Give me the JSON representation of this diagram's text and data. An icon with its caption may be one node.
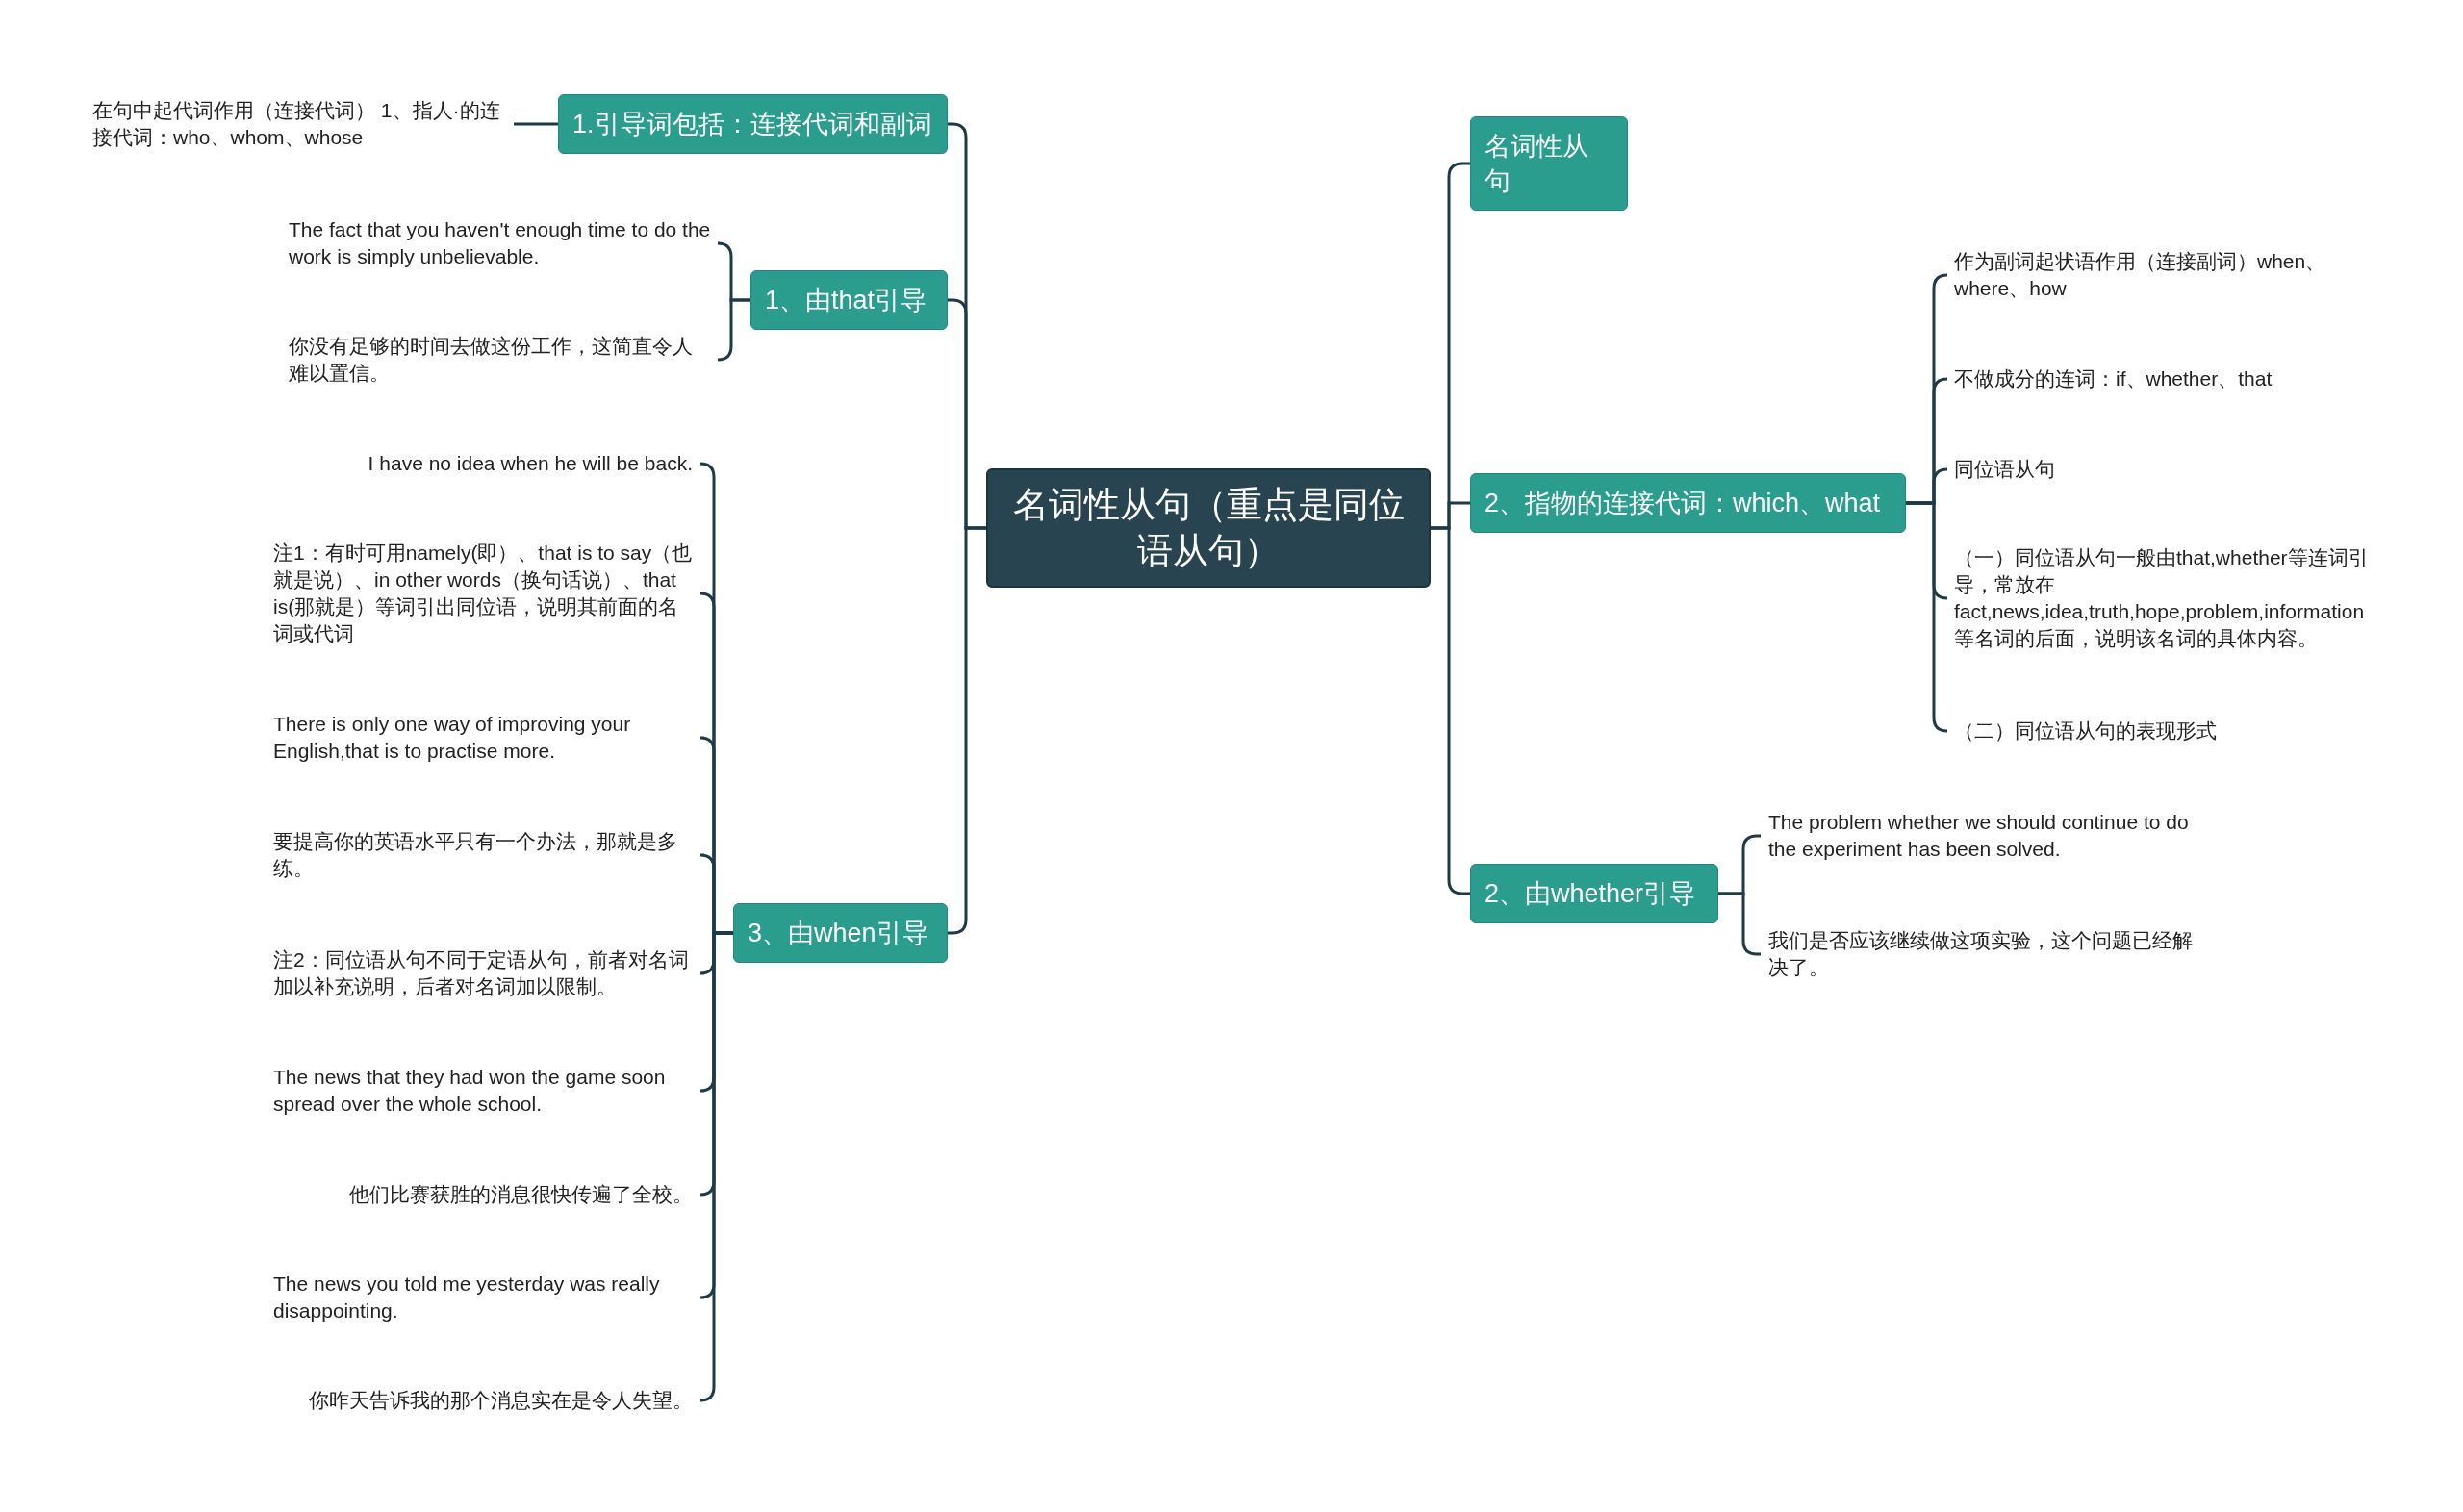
{
  "diagram": {
    "nodes": [
      {
        "text": [
          "名词性从句（重点是同位语从句）"
        ]
      },
      {
        "text": [
          "1.引导词包括：连接代词和副词"
        ]
      },
      {
        "text": [
          "在句中起代词作用（连接代词） 1、指人·的连接代词：who、whom、whose"
        ]
      },
      {
        "text": [
          "1、由that引导"
        ]
      },
      {
        "text": [
          "The fact that you haven't enough time to do the work is simply unbelievable."
        ]
      },
      {
        "text": [
          "你没有足够的时间去做这份工作，这简直令人难以置信。"
        ]
      },
      {
        "text": [
          "3、由when引导"
        ]
      },
      {
        "text": [
          "I have no idea when he will be back."
        ]
      },
      {
        "text": [
          "注1：有时可用namely(即）、that is to say（也就是说）、in other words（换句话说）、that is(那就是）等词引出同位语，说明其前面的名词或代词"
        ]
      },
      {
        "text": [
          "There is only one way of improving your English,that is to practise more."
        ]
      },
      {
        "text": [
          "要提高你的英语水平只有一个办法，那就是多练。"
        ]
      },
      {
        "text": [
          "注2：同位语从句不同于定语从句，前者对名词加以补充说明，后者对名词加以限制。"
        ]
      },
      {
        "text": [
          "The news that they had won the game soon spread over the whole school."
        ]
      },
      {
        "text": [
          "他们比赛获胜的消息很快传遍了全校。"
        ]
      },
      {
        "text": [
          "The news you told me yesterday was really disappointing."
        ]
      },
      {
        "text": [
          "你昨天告诉我的那个消息实在是令人失望。"
        ]
      },
      {
        "text": [
          "名词性从句"
        ]
      },
      {
        "text": [
          "2、指物的连接代词：which、what"
        ]
      },
      {
        "text": [
          "作为副词起状语作用（连接副词）when、where、how"
        ]
      },
      {
        "text": [
          "不做成分的连词：if、whether、that"
        ]
      },
      {
        "text": [
          "同位语从句"
        ]
      },
      {
        "text": [
          "（一）同位语从句一般由that,whether等连词引导，常放在fact,news,idea,truth,hope,problem,information等名词的后面，说明该名词的具体内容。"
        ]
      },
      {
        "text": [
          "（二）同位语从句的表现形式"
        ]
      },
      {
        "text": [
          "2、由whether引导"
        ]
      },
      {
        "text": [
          "The problem whether we should continue to do the experiment has been solved."
        ]
      },
      {
        "text": [
          "我们是否应该继续做这项实验，这个问题已经解决了。"
        ]
      }
    ],
    "edges": [
      {
        "from": 0,
        "to": 1,
        "arrow": "none"
      },
      {
        "from": 1,
        "to": 2,
        "arrow": "none"
      },
      {
        "from": 0,
        "to": 3,
        "arrow": "none"
      },
      {
        "from": 3,
        "to": 4,
        "arrow": "none"
      },
      {
        "from": 3,
        "to": 5,
        "arrow": "none"
      },
      {
        "from": 0,
        "to": 6,
        "arrow": "none"
      },
      {
        "from": 6,
        "to": 7,
        "arrow": "none"
      },
      {
        "from": 6,
        "to": 8,
        "arrow": "none"
      },
      {
        "from": 6,
        "to": 9,
        "arrow": "none"
      },
      {
        "from": 6,
        "to": 10,
        "arrow": "none"
      },
      {
        "from": 6,
        "to": 11,
        "arrow": "none"
      },
      {
        "from": 6,
        "to": 12,
        "arrow": "none"
      },
      {
        "from": 6,
        "to": 13,
        "arrow": "none"
      },
      {
        "from": 6,
        "to": 14,
        "arrow": "none"
      },
      {
        "from": 6,
        "to": 15,
        "arrow": "none"
      },
      {
        "from": 0,
        "to": 16,
        "arrow": "none"
      },
      {
        "from": 0,
        "to": 17,
        "arrow": "none"
      },
      {
        "from": 17,
        "to": 18,
        "arrow": "none"
      },
      {
        "from": 17,
        "to": 19,
        "arrow": "none"
      },
      {
        "from": 17,
        "to": 20,
        "arrow": "none"
      },
      {
        "from": 17,
        "to": 21,
        "arrow": "none"
      },
      {
        "from": 17,
        "to": 22,
        "arrow": "none"
      },
      {
        "from": 0,
        "to": 23,
        "arrow": "none"
      },
      {
        "from": 23,
        "to": 24,
        "arrow": "none"
      },
      {
        "from": 23,
        "to": 25,
        "arrow": "none"
      }
    ]
  }
}
